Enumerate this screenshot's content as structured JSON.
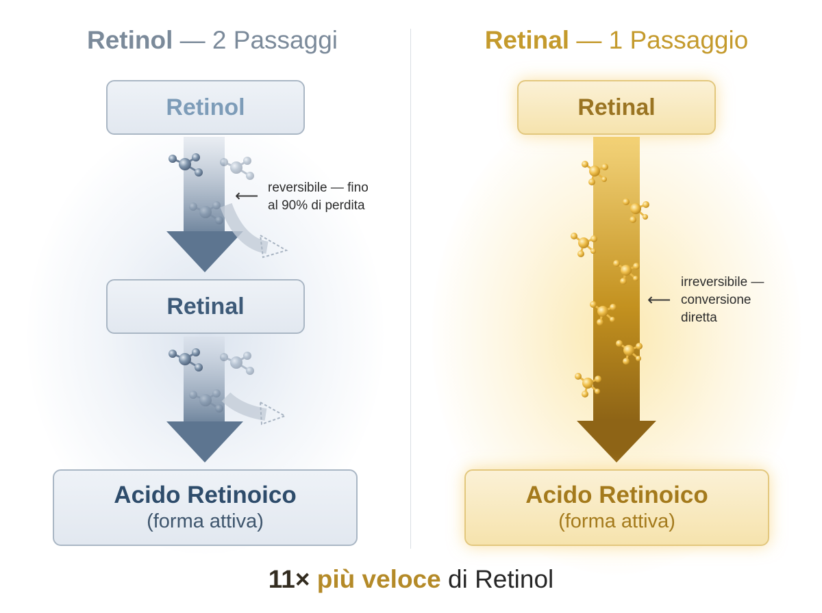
{
  "left_panel": {
    "title_bold": "Retinol",
    "title_rest": " — 2 Passaggi",
    "box_top": "Retinol",
    "box_middle": "Retinal",
    "box_bottom_main": "Acido Retinoico",
    "box_bottom_sub": "(forma attiva)",
    "annotation_line1": "reversibile — fino",
    "annotation_line2": "al 90% di perdita"
  },
  "right_panel": {
    "title_bold": "Retinal",
    "title_rest": " — 1 Passaggio",
    "box_top": "Retinal",
    "box_bottom_main": "Acido Retinoico",
    "box_bottom_sub": "(forma attiva)",
    "annotation_line1": "irreversibile —",
    "annotation_line2": "conversione",
    "annotation_line3": "diretta"
  },
  "footer": {
    "multiplier": "11×",
    "highlight": " più veloce",
    "rest": " di Retinol"
  },
  "icons": {
    "arrow_glyph": "⟵",
    "molecule": "molecule-icon"
  },
  "colors": {
    "cool_accent": "#4f6782",
    "warm_accent": "#b8861f"
  }
}
